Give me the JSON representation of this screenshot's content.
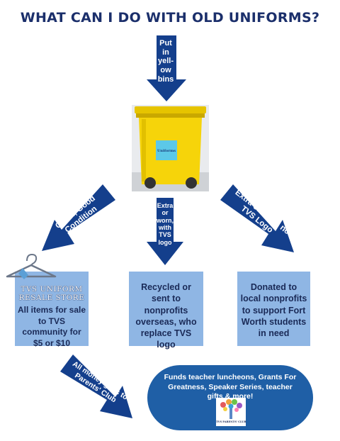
{
  "title": "WHAT CAN I DO WITH OLD UNIFORMS?",
  "top_arrow": {
    "lines": [
      "Put",
      "in",
      "yell-",
      "ow",
      "bins"
    ]
  },
  "bin_label": "Uniforms",
  "branch_left": {
    "arrow_text": "Clean, Good Condition"
  },
  "branch_middle": {
    "arrow_lines": [
      "Extra",
      "or",
      "worn,",
      "with",
      "TVS",
      "logo"
    ]
  },
  "branch_right": {
    "arrow_text": "Extra or worn, no TVS Logo"
  },
  "box_left": {
    "store_name": [
      "TVS UNIFORM",
      "RESALE STORE"
    ],
    "text": "All items for sale to TVS community for $5 or $10"
  },
  "box_middle": {
    "text": "Recycled or sent to nonprofits overseas, who replace TVS logo"
  },
  "box_right": {
    "text": "Donated to local nonprofits to support Fort Worth students in need"
  },
  "bottom_arrow": {
    "text": "All money goes to Parents' Club"
  },
  "funds": {
    "text": "Funds teacher luncheons, Grants For Greatness, Speaker Series, teacher gifts & more!",
    "logo_text": "TVS PARENTS' CLUB"
  },
  "colors": {
    "navy": "#1b2f6b",
    "arrow_blue": "#143f8c",
    "box_blue": "#8fb6e4",
    "pill_blue": "#1f5fa6",
    "bin_yellow": "#f6d40a"
  }
}
